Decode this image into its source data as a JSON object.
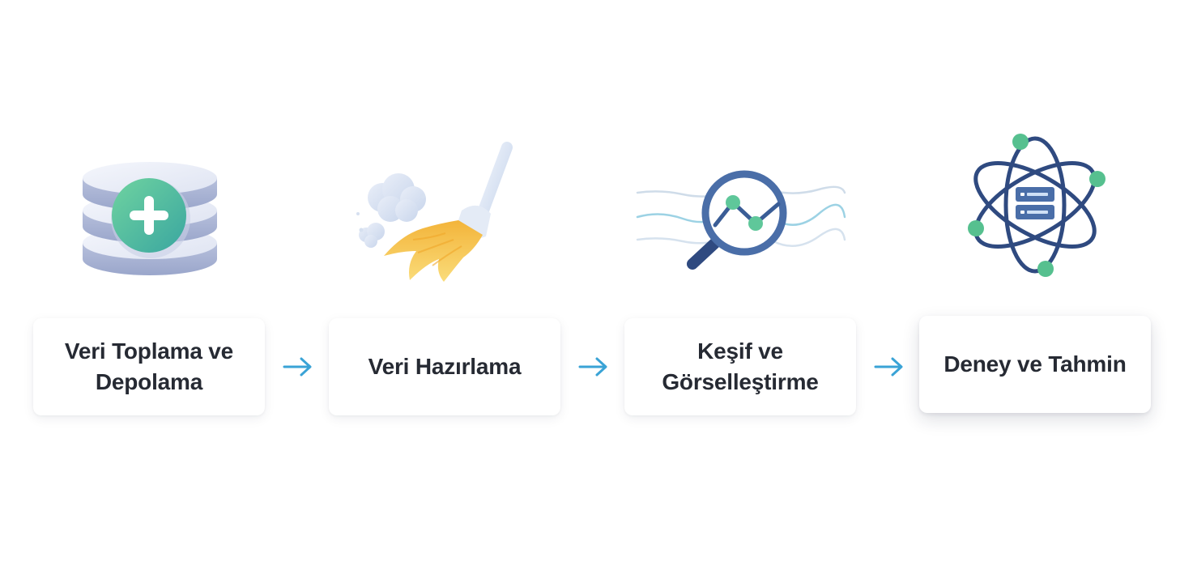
{
  "colors": {
    "arrow": "#3aa3d6",
    "text": "#262a33",
    "accent_green": "#4fbf8c",
    "accent_navy": "#2f4a80",
    "broom_yellow": "#f6c74a"
  },
  "steps": [
    {
      "label": "Veri Toplama ve Depolama",
      "icon": "database-add-icon"
    },
    {
      "label": "Veri Hazırlama",
      "icon": "broom-icon"
    },
    {
      "label": "Keşif ve Görselleştirme",
      "icon": "magnifier-chart-icon"
    },
    {
      "label": "Deney ve Tahmin",
      "icon": "atom-server-icon"
    }
  ],
  "connectors": [
    "arrow-right-icon",
    "arrow-right-icon",
    "arrow-right-icon"
  ]
}
